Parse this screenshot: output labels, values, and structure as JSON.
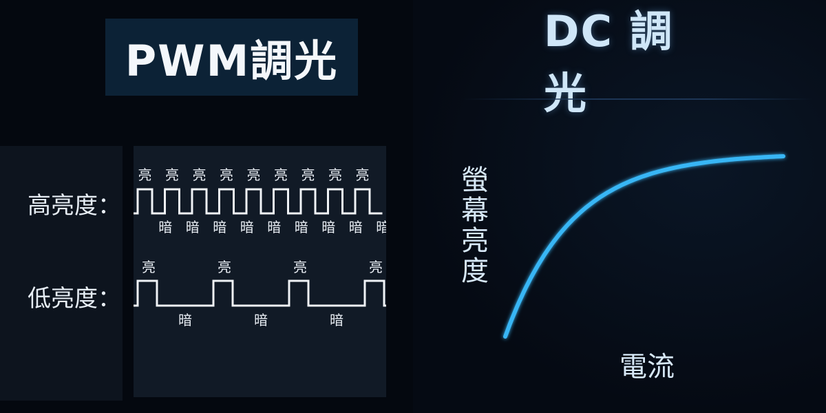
{
  "pwm": {
    "title": "PWM調光",
    "high_label": "高亮度：",
    "low_label": "低亮度：",
    "bright_word": "亮",
    "dark_word": "暗",
    "high_brightness_pulses": 9,
    "low_brightness_pulses": 4
  },
  "dc": {
    "title": "DC 調光",
    "y_axis_label": "螢幕亮度",
    "x_axis_label": "電流",
    "curve_color": "#38b6f5"
  },
  "colors": {
    "background": "#04080f",
    "pwm_title_box": "#0c2236",
    "wave_color": "#f0f3f6",
    "axis_color": "#38b6f5"
  }
}
